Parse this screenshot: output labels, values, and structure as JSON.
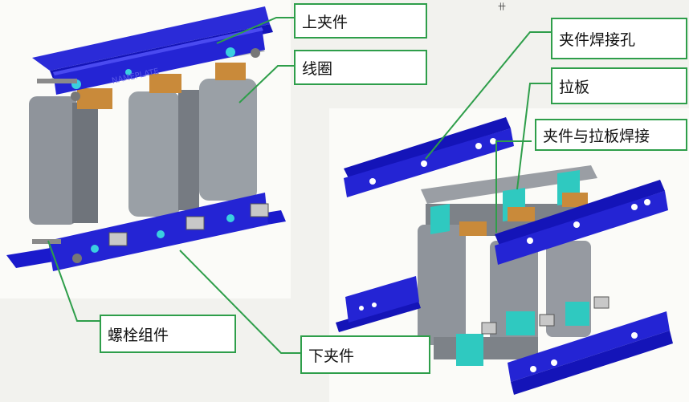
{
  "labels": {
    "upper_clamp": "上夹件",
    "coil": "线圈",
    "bolt_assembly": "螺栓组件",
    "lower_clamp": "下夹件",
    "clamp_weld_hole": "夹件焊接孔",
    "tie_plate": "拉板",
    "clamp_tie_weld": "夹件与拉板焊接"
  },
  "nameplate_text": "NAMEPLATE",
  "corner_text": "卄",
  "colors": {
    "clamp_blue": "#1a1ad0",
    "core_gray": "#8f949b",
    "tie_plate_teal": "#2fc9c0",
    "terminal_orange": "#c98a3a",
    "leader_green": "#2e9e4a"
  }
}
